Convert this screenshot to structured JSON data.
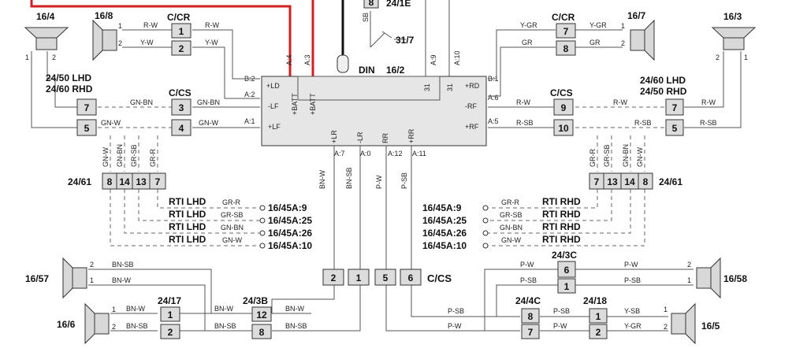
{
  "colors": {
    "batt_wire": "#d21f1f",
    "ground_wire": "#111111",
    "unit_fill": "#e6e6e6"
  },
  "radio": {
    "id": "16/2",
    "din": "DIN",
    "pins_top": [
      "A:4",
      "A:3",
      "A:9",
      "A:10",
      "B:1",
      "B:2"
    ],
    "pins_left": [
      "B:2",
      "A:2",
      "A:1"
    ],
    "pins_right": [
      "B:1",
      "A:6",
      "A:5"
    ],
    "pins_bottom": [
      "A:7",
      "A:0",
      "A:12",
      "A:11"
    ],
    "inner_left": [
      "+LD",
      "-LF",
      "+LF"
    ],
    "inner_top": [
      "+BATT",
      "+BATT",
      "31",
      "31"
    ],
    "inner_right": [
      "+RD",
      "-RF",
      "+RF"
    ],
    "inner_bottom": [
      "+LR",
      "-LR",
      "RR",
      "+RR"
    ]
  },
  "top": {
    "fuse_pin": "8",
    "fuse_id": "24/1E",
    "sb": "SB",
    "ground": "31/7"
  },
  "left": {
    "sp164": "16/4",
    "sp168": "16/8",
    "ccr": "C/CR",
    "ccr_pins": [
      "1",
      "2"
    ],
    "ccs": "C/CS",
    "ccs_pins": [
      "3",
      "4"
    ],
    "lhd": "24/50 LHD",
    "rhd": "24/60 RHD",
    "conn_pins": [
      "7",
      "5"
    ],
    "w_rw": "R-W",
    "w_yw": "Y-W",
    "w_gnw": "GN-W",
    "w_gnbn": "GN-BN",
    "sp_pin1": "1",
    "sp_pin2": "2"
  },
  "right": {
    "sp163": "16/3",
    "sp167": "16/7",
    "ccr": "C/CR",
    "ccr_pins": [
      "7",
      "8"
    ],
    "ccs": "C/CS",
    "ccs_pins": [
      "9",
      "10"
    ],
    "lhd": "24/60 LHD",
    "rhd": "24/50 RHD",
    "conn_pins": [
      "7",
      "5"
    ],
    "w_ygr": "Y-GR",
    "w_gr": "GR",
    "w_rw": "R-W",
    "w_rsb": "R-SB"
  },
  "rti": {
    "left_id": "24/61",
    "left_pins": [
      "8",
      "14",
      "13",
      "7"
    ],
    "left_wires": [
      "GN-W",
      "GN-BN",
      "GR-SB",
      "GR-R"
    ],
    "right_id": "24/61",
    "right_pins": [
      "7",
      "13",
      "14",
      "8"
    ],
    "right_wires": [
      "GR-R",
      "GR-SB",
      "GN-BN",
      "GN-W"
    ],
    "lhd": "RTI LHD",
    "rhd": "RTI RHD",
    "refs": [
      "16/45A:9",
      "16/45A:25",
      "16/45A:26",
      "16/45A:10"
    ],
    "ref_wires": [
      "GR-R",
      "GR-SB",
      "GN-BN",
      "GN-W"
    ]
  },
  "bottom": {
    "ccs": "C/CS",
    "ccs_pins": [
      "2",
      "1",
      "5",
      "6"
    ],
    "down_wires": [
      "BN-W",
      "BN-SB",
      "P-W",
      "P-SB"
    ],
    "sp1657": "16/57",
    "sp166": "16/6",
    "c2417": "24/17",
    "c2417_pins": [
      "1",
      "2"
    ],
    "c243b": "24/3B",
    "c243b_pins": [
      "12",
      "8"
    ],
    "sp1658": "16/58",
    "sp165": "16/5",
    "c243c": "24/3C",
    "c243c_pins": [
      "6",
      "1"
    ],
    "c244c": "24/4C",
    "c244c_pins": [
      "8",
      "7"
    ],
    "c2418": "24/18",
    "c2418_pins": [
      "1",
      "2"
    ],
    "w_bnsb": "BN-SB",
    "w_bnw": "BN-W",
    "w_pw": "P-W",
    "w_psb": "P-SB",
    "w_ysb": "Y-SB",
    "w_ygr": "Y-GR"
  }
}
